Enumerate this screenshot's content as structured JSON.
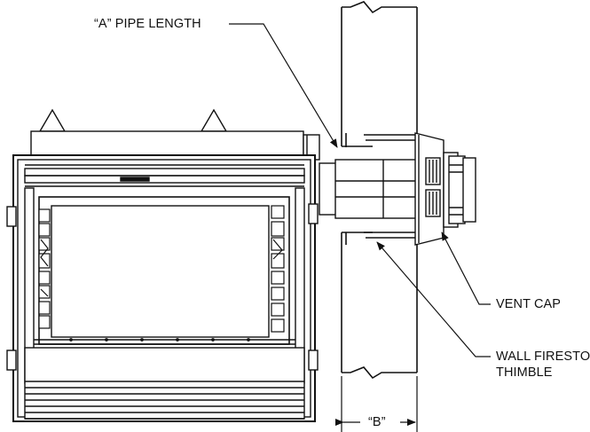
{
  "labels": {
    "pipe_length": "“A” PIPE LENGTH",
    "vent_cap": "VENT CAP",
    "wall_firestop_line1": "WALL FIRESTOP/",
    "wall_firestop_line2": "THIMBLE",
    "dimension_b": "“B”"
  },
  "colors": {
    "line": "#111111",
    "fill": "#ffffff",
    "dark_fill": "#1a1a1a"
  }
}
